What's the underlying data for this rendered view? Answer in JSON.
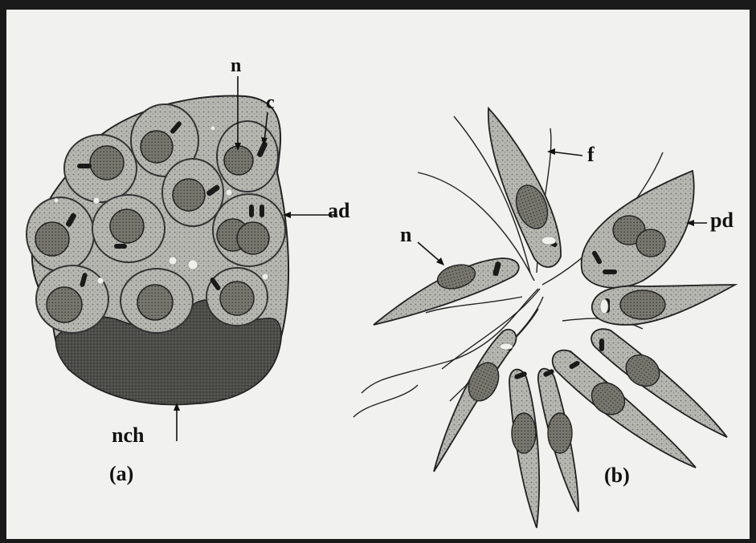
{
  "labels": {
    "a": {
      "n": "n",
      "c": "c",
      "ad": "ad",
      "nch": "nch",
      "panel": "(a)"
    },
    "b": {
      "f": "f",
      "pd": "pd",
      "n": "n",
      "panel": "(b)"
    }
  },
  "colors": {
    "ink": "#111111",
    "cytoplasm": "#b9b9b5",
    "nucleus": "#7a7a76",
    "host_nucleus": "#5e5e5a",
    "paper": "#f1f1ef"
  }
}
